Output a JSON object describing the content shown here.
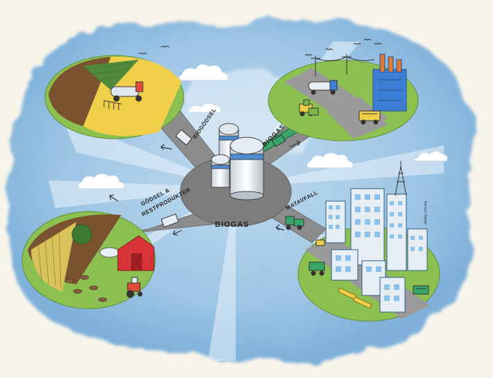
{
  "labels": {
    "biogas_center": "BIOGAS",
    "biogas_road": "BIOGAS",
    "biogodsel": "BIOGÖDSEL",
    "matavfall": "MATAVFALL",
    "gosel_line1": "GÖDSEL &",
    "gosel_line2": "RESTPRODUKTER",
    "signature": "Kerstin Heige"
  },
  "colors": {
    "background": "#f7f4ea",
    "watercolor_blue": "#7fb3dd",
    "grass": "#8cc152",
    "road": "#8c8c8c",
    "hub": "#7d7d7d",
    "pipe": "#3aa66a",
    "factory_blue": "#3d7fd6",
    "barn_red": "#d9333a",
    "field_yellow": "#f0cf4b"
  },
  "icons": [
    "cloud-icon",
    "bird-icon",
    "silo-icon",
    "truck-icon",
    "tractor-icon",
    "factory-icon",
    "bus-icon",
    "barn-icon",
    "cow-icon",
    "building-icon",
    "antenna-icon",
    "arrow-icon"
  ]
}
